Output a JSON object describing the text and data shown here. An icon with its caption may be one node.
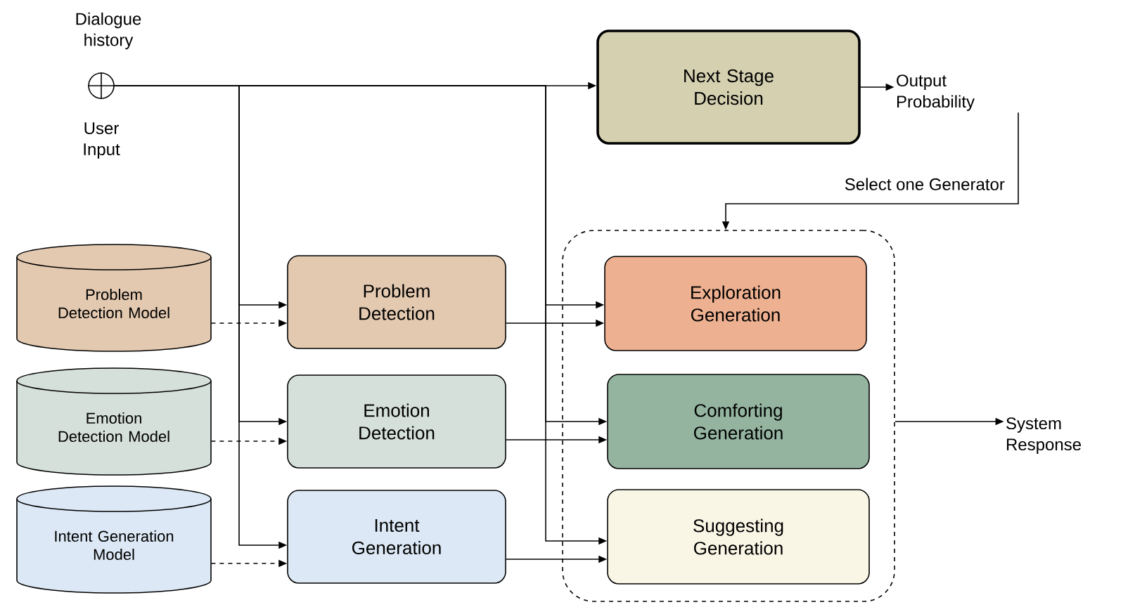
{
  "diagram": {
    "nodes": [
      {
        "text": [],
        "shape": "circle",
        "beside": [
          "Dialogue history",
          "User Input"
        ]
      },
      {
        "text": [
          "Next Stage Decision"
        ]
      },
      {
        "text": [
          "Output Probability"
        ]
      },
      {
        "text": [
          "Problem Detection Model"
        ]
      },
      {
        "text": [
          "Emotion Detection Model"
        ]
      },
      {
        "text": [
          "Intent Generation Model"
        ]
      },
      {
        "text": [
          "Problem Detection"
        ]
      },
      {
        "text": [
          "Emotion Detection"
        ]
      },
      {
        "text": [
          "Intent Generation"
        ]
      },
      {
        "text": [],
        "shape": "box"
      },
      {
        "text": [
          "Exploration Generation"
        ],
        "in": 9
      },
      {
        "text": [
          "Comforting Generation"
        ],
        "in": 9
      },
      {
        "text": [
          "Suggesting Generation"
        ],
        "in": 9
      },
      {
        "text": [
          "System Response"
        ]
      }
    ],
    "edges": [
      {
        "from": 0,
        "to": 1,
        "arrow": "to"
      },
      {
        "from": 0,
        "to": 6,
        "arrow": "to"
      },
      {
        "from": 0,
        "to": 7,
        "arrow": "to"
      },
      {
        "from": 0,
        "to": 8,
        "arrow": "to"
      },
      {
        "from": 0,
        "to": 10,
        "arrow": "to"
      },
      {
        "from": 0,
        "to": 11,
        "arrow": "to"
      },
      {
        "from": 0,
        "to": 12,
        "arrow": "to"
      },
      {
        "from": 1,
        "to": 2,
        "arrow": "to"
      },
      {
        "from": 2,
        "to": 9,
        "arrow": "to",
        "label": "Select one Generator"
      },
      {
        "from": 3,
        "to": 6,
        "arrow": "to",
        "style": "dashed"
      },
      {
        "from": 4,
        "to": 7,
        "arrow": "to",
        "style": "dashed"
      },
      {
        "from": 5,
        "to": 8,
        "arrow": "to",
        "style": "dashed"
      },
      {
        "from": 6,
        "to": 10,
        "arrow": "to"
      },
      {
        "from": 7,
        "to": 11,
        "arrow": "to"
      },
      {
        "from": 8,
        "to": 12,
        "arrow": "to"
      },
      {
        "from": 9,
        "to": 13,
        "arrow": "to"
      }
    ]
  }
}
